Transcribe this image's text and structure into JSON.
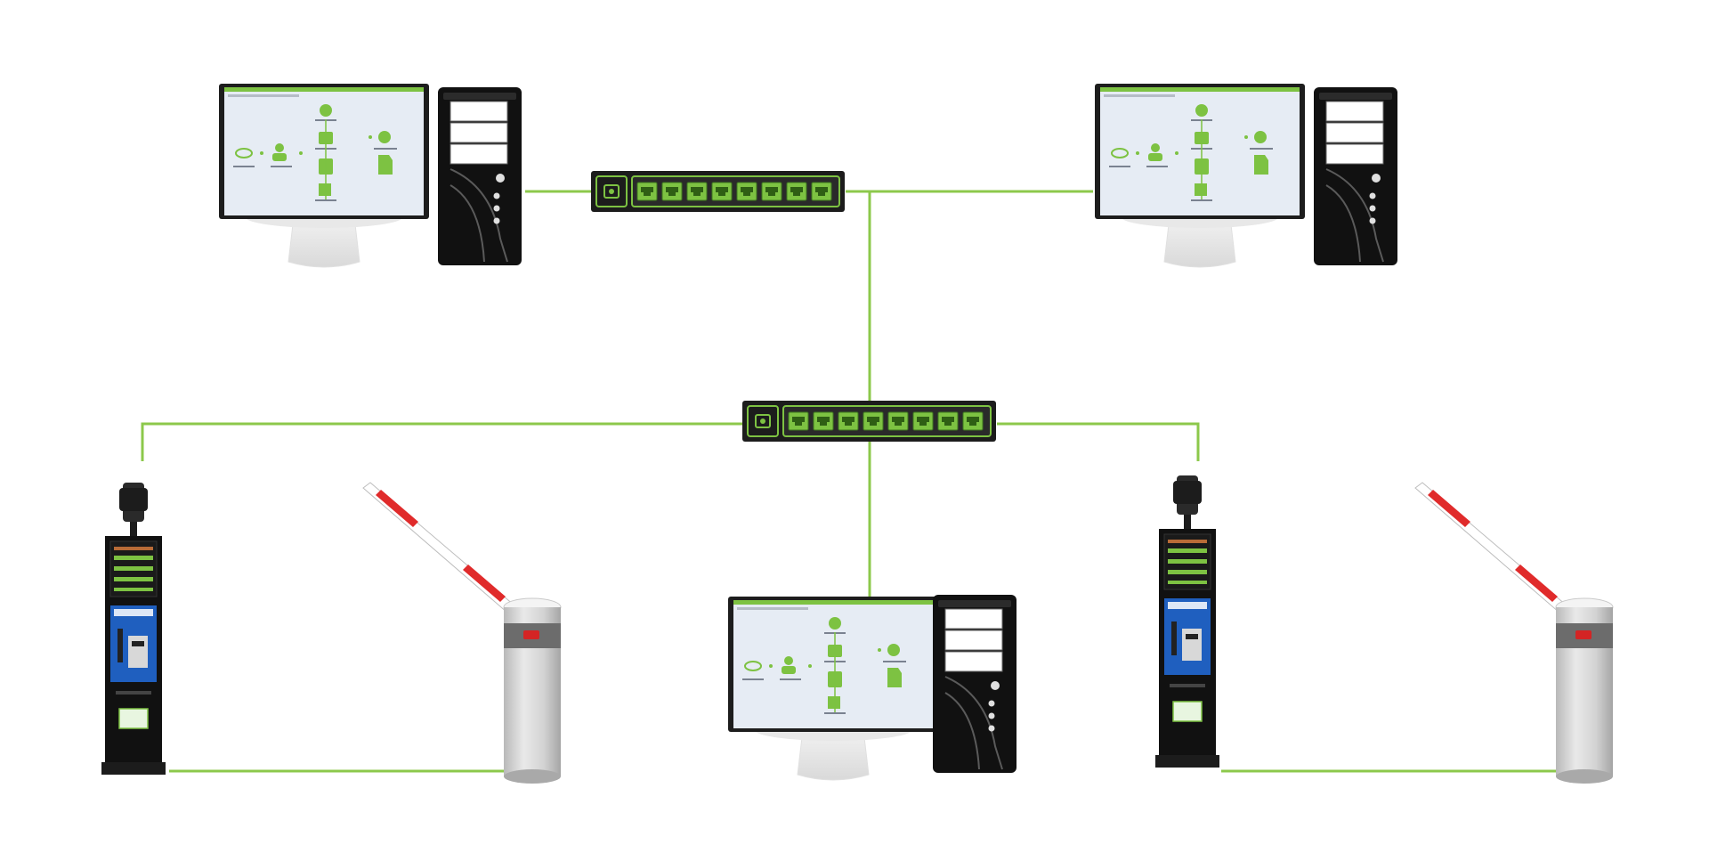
{
  "diagram": {
    "link_color": "#8cc84b",
    "device_frame_color": "#1c1c1c",
    "port_color": "#7dc242",
    "screen_bg": "#e6ecf4",
    "barrier_stripe_red": "#e02b2b",
    "kiosk_panel_blue": "#1f5fbf",
    "nodes": [
      {
        "id": "workstation-top-left",
        "icon": "desktop-computer-icon"
      },
      {
        "id": "workstation-top-right",
        "icon": "desktop-computer-icon"
      },
      {
        "id": "workstation-bottom-center",
        "icon": "desktop-computer-icon"
      },
      {
        "id": "switch-top",
        "icon": "network-switch-icon"
      },
      {
        "id": "switch-middle",
        "icon": "network-switch-icon"
      },
      {
        "id": "ticket-kiosk-left",
        "icon": "parking-kiosk-icon"
      },
      {
        "id": "ticket-kiosk-right",
        "icon": "parking-kiosk-icon"
      },
      {
        "id": "barrier-gate-left",
        "icon": "barrier-gate-icon"
      },
      {
        "id": "barrier-gate-right",
        "icon": "barrier-gate-icon"
      }
    ],
    "links": [
      {
        "from": "workstation-top-left",
        "to": "switch-top"
      },
      {
        "from": "switch-top",
        "to": "workstation-top-right"
      },
      {
        "from": "switch-top",
        "to": "switch-middle"
      },
      {
        "from": "switch-middle",
        "to": "ticket-kiosk-left"
      },
      {
        "from": "switch-middle",
        "to": "ticket-kiosk-right"
      },
      {
        "from": "switch-middle",
        "to": "workstation-bottom-center"
      },
      {
        "from": "ticket-kiosk-left",
        "to": "barrier-gate-left"
      },
      {
        "from": "ticket-kiosk-right",
        "to": "barrier-gate-right"
      }
    ]
  }
}
